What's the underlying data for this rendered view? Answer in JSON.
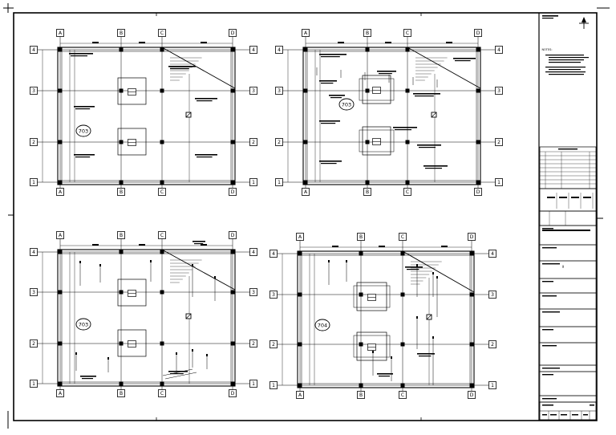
{
  "sheet": {
    "grid_letters": [
      "A",
      "B",
      "C",
      "D"
    ],
    "grid_numbers": [
      "1",
      "2",
      "3",
      "4"
    ],
    "plans": [
      {
        "id": "plan-top-left",
        "room_tag": "703"
      },
      {
        "id": "plan-top-right",
        "room_tag": "703"
      },
      {
        "id": "plan-bottom-left",
        "room_tag": "703"
      },
      {
        "id": "plan-bottom-right",
        "room_tag": "704"
      }
    ]
  },
  "title_block": {
    "north_arrow": "north-arrow-icon",
    "notes_heading": "NOTES:"
  }
}
